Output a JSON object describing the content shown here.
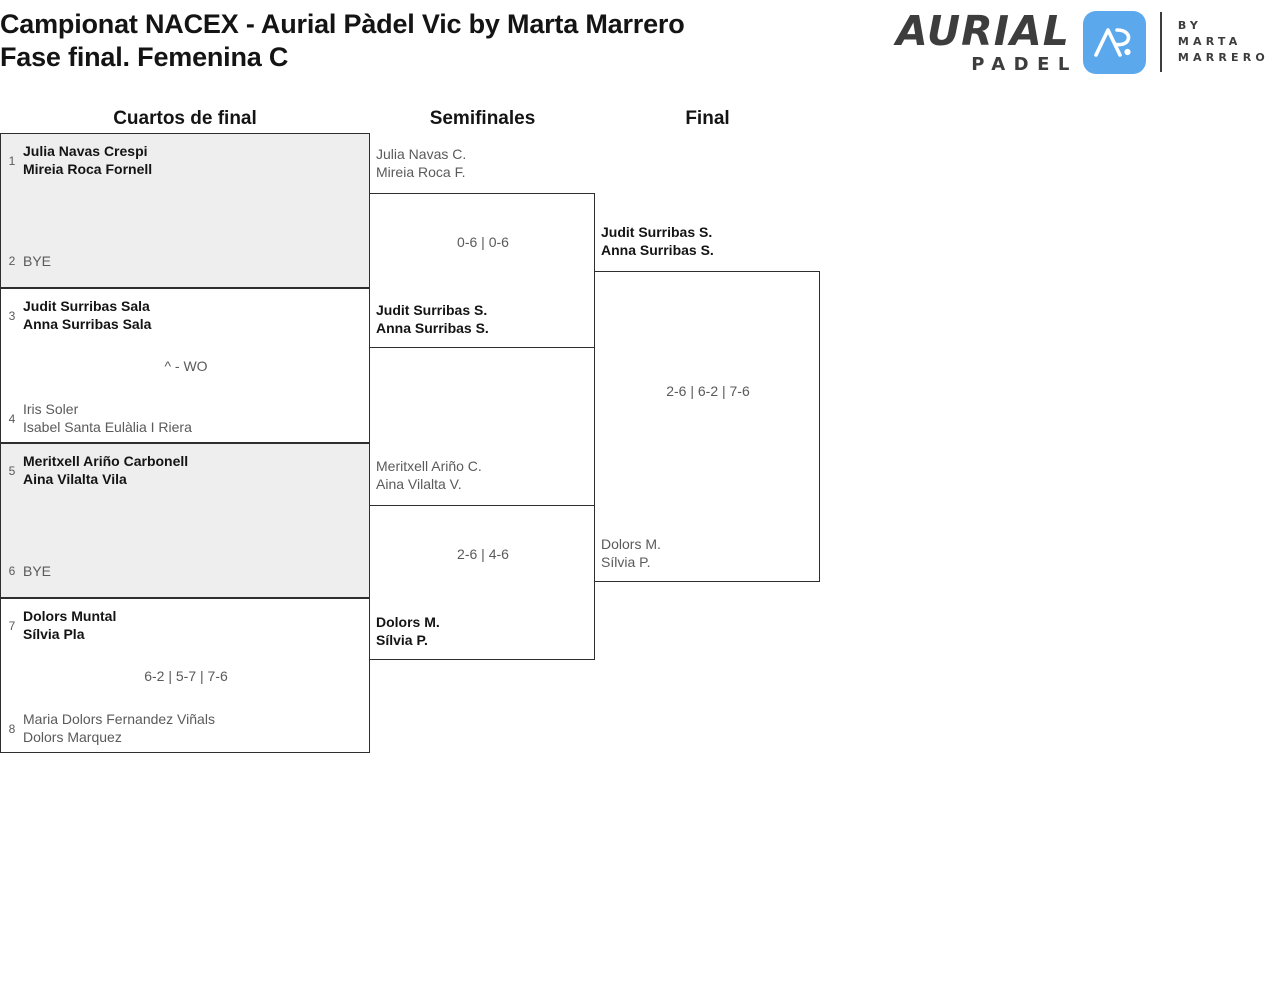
{
  "header": {
    "title_line_1": "Campionat NACEX - Aurial Pàdel Vic by Marta Marrero",
    "title_line_2": "Fase final. Femenina C"
  },
  "logo": {
    "wordmark_top": "AURIAL",
    "wordmark_bottom": "PADEL",
    "badge_icon": "ap-monogram-icon",
    "by_line_1": "BY MARTA",
    "by_line_2": "MARRERO",
    "badge_color": "#5BA9EC",
    "wordmark_color": "#3D3D3D"
  },
  "rounds": [
    {
      "label": "Cuartos de final"
    },
    {
      "label": "Semifinales"
    },
    {
      "label": "Final"
    }
  ],
  "quarterfinals": [
    {
      "shaded": true,
      "score": "",
      "top": {
        "seed": "1",
        "player_1": "Julia Navas Crespi",
        "player_2": "Mireia Roca Fornell",
        "winner": true
      },
      "bottom": {
        "seed": "2",
        "bye": "BYE",
        "winner": false
      }
    },
    {
      "shaded": false,
      "score": "^ - WO",
      "top": {
        "seed": "3",
        "player_1": "Judit Surribas Sala",
        "player_2": "Anna Surribas Sala",
        "winner": true
      },
      "bottom": {
        "seed": "4",
        "player_1": "Iris Soler",
        "player_2": "Isabel Santa Eulàlia I Riera",
        "winner": false
      }
    },
    {
      "shaded": true,
      "score": "",
      "top": {
        "seed": "5",
        "player_1": "Meritxell Ariño Carbonell",
        "player_2": "Aina Vilalta Vila",
        "winner": true
      },
      "bottom": {
        "seed": "6",
        "bye": "BYE",
        "winner": false
      }
    },
    {
      "shaded": false,
      "score": "6-2 | 5-7 | 7-6",
      "top": {
        "seed": "7",
        "player_1": "Dolors Muntal",
        "player_2": "Sílvia Pla",
        "winner": true
      },
      "bottom": {
        "seed": "8",
        "player_1": "Maria Dolors Fernandez Viñals",
        "player_2": "Dolors Marquez",
        "winner": false
      }
    }
  ],
  "semifinals": [
    {
      "score": "0-6 | 0-6",
      "top": {
        "player_1": "Julia Navas C.",
        "player_2": "Mireia Roca F.",
        "winner": false
      },
      "bottom": {
        "player_1": "Judit Surribas S.",
        "player_2": "Anna Surribas S.",
        "winner": true
      }
    },
    {
      "score": "2-6 | 4-6",
      "top": {
        "player_1": "Meritxell Ariño C.",
        "player_2": "Aina Vilalta V.",
        "winner": false
      },
      "bottom": {
        "player_1": "Dolors M.",
        "player_2": "Sílvia P.",
        "winner": true
      }
    }
  ],
  "final": {
    "score": "2-6 | 6-2 | 7-6",
    "top": {
      "player_1": "Judit Surribas S.",
      "player_2": "Anna Surribas S.",
      "winner": true
    },
    "bottom": {
      "player_1": "Dolors M.",
      "player_2": "Sílvia P.",
      "winner": false
    }
  }
}
